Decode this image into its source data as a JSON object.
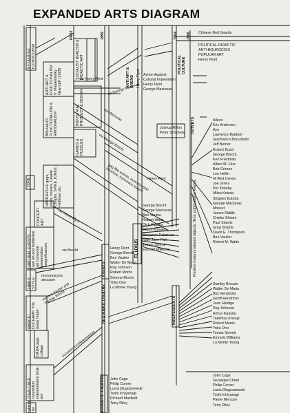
{
  "title": "EXPANDED ARTS DIAGRAM",
  "timeline": {
    "past": "PAST",
    "y1959": "1959",
    "y1964": "1964",
    "y1966": "1966"
  },
  "left_labels": {
    "byzantine": "BYZANTINE ICONOCLASM",
    "anti_art": "ANTI-ART & FUNCTIONALISM V. Mayakowsky New LEF (1928)",
    "bauhaus": "BAUHAUS FUNCTIONALISM & RATIONALISM",
    "joke": "JOKE",
    "natural_events": "NATURAL EVENTS non art and borderline art nonsocial presentation insignificances.",
    "haiku": "HAIKU STYLE",
    "marcel": "MARCEL DUCHAMP 'The ready made'",
    "dada": "DADA gags collage",
    "john_cage_block": "JOHN CAGE concretism indeterminism bruit-ism",
    "cubism": "cubism / ist"
  },
  "mid_labels": {
    "socialist": "SOCIALIST REALISM & DIDACTIC ART",
    "industrial": "INDUSTRIAL PRODUCT & DESIGN",
    "games": "GAMES & PUZZLES",
    "vaudeville": "VAUDEVILLE gags, jokes, hoaxes, Charlie Chaplin, SPIKE JONES, Hoffman etc.",
    "concept_art": "CONCEPT ART",
    "anti_art_brend": "ANTI ART & BREND",
    "henry_flynt_vert": "Henry Flynt",
    "political": "POLITICAL CULTURE",
    "gag_like": "gag-like events, monomorphic structure, humorous aspect",
    "monomorphic": "monomorphic structure",
    "neo_haiku": "NEO-HAIKU THEATRE",
    "events": "EVENTS",
    "fluxus": "FLUXUS",
    "independents": "INDEPENDENTS",
    "acoustic": "ACOUSTIC THEATRE",
    "outlets": "OUTLETS",
    "fluxfest": "Fluxfest mass-produced objects, films, publications, events.",
    "concretism": "concretism-indeterminism"
  },
  "via": {
    "flynt1": "via Henry Flynt",
    "maciunas1": "via George Maciunas",
    "maciunas2": "via Maciunas",
    "brecht1": "via George Brecht",
    "flynt2": "via Henry Flynt",
    "brecht2": "via Brecht",
    "vautier_brecht": "via Ben Vautier and George Brecht"
  },
  "lists": {
    "red_guards": "Chinese Red Guards",
    "political_didactic": [
      "POLITICAL-DIDACTIC",
      "ANTI-BOURGEOIS",
      "POPULAR ART",
      "Henry Flynt"
    ],
    "action_against": [
      "Action Against",
      "Cultural Imperialism",
      "Henry Flynt",
      "George Maciunas"
    ],
    "rifkin": [
      "Joshua Rifkin",
      "Peter Schickele"
    ],
    "outlets": [
      "Alloco",
      "Eric Andersen",
      "Ayo",
      "Lawrence Baldwin",
      "Gianfranco Baruchello",
      "Jeff Berner",
      "Robert Bozzi",
      "George Brecht",
      "Ken Friedman",
      "Albert M. Fine",
      "Bob Grimes",
      "Lee Heflin",
      "Hi Red Center",
      "Joe Jones",
      "Per Kirkeby",
      "Milan Knizak",
      "Shigeko Kubota",
      "George Maciunas",
      "Mosset",
      "James Riddle",
      "Chieko Shiomi",
      "Paul Sharits",
      "Greg Sharits",
      "David E. Thompson",
      "Ben Vautier",
      "Robert M. Watts"
    ],
    "fluxus_left": [
      "Henry Flynt",
      "George Brecht",
      "George Maciunas",
      "Ben Vautier",
      "Robert Watts",
      "Dick Higgins",
      "Alison Knowles",
      "Benjamin Patterson",
      "Nam June Paik",
      "Tomas Schmit",
      "Emmett Williams"
    ],
    "neo_haiku": [
      "Henry Flynt",
      "George Brecht",
      "Ben Vautier",
      "Walter De Maria",
      "Ray Johnson",
      "Robert Morris",
      "Simone Morris",
      "Yoko Ono",
      "La Monte Young"
    ],
    "independents": [
      "Stanley Brouwn",
      "Walter De Maria",
      "Bici Hendricks",
      "Geoff Hendricks",
      "Juan Hidalgo",
      "Ray Johnson",
      "Arthur Køpcke",
      "Takehisa Kosugi",
      "Robert Morris",
      "Yoko Ono",
      "Tomas Schmit",
      "Emmett Williams",
      "La Monte Young"
    ],
    "acoustic_left": [
      "John Cage",
      "Philip Corner",
      "Lucia Dlugoszewski",
      "Toshi Ichiyanagi",
      "Richard Maxfield",
      "Terry Riley"
    ],
    "acoustic_right": [
      "John Cage",
      "Giuseppe Chiari",
      "Philip Corner",
      "Lucia Dlugoszewski",
      "Toshi Ichiyanagi",
      "Pierre Mercure",
      "Terry Riley"
    ]
  }
}
